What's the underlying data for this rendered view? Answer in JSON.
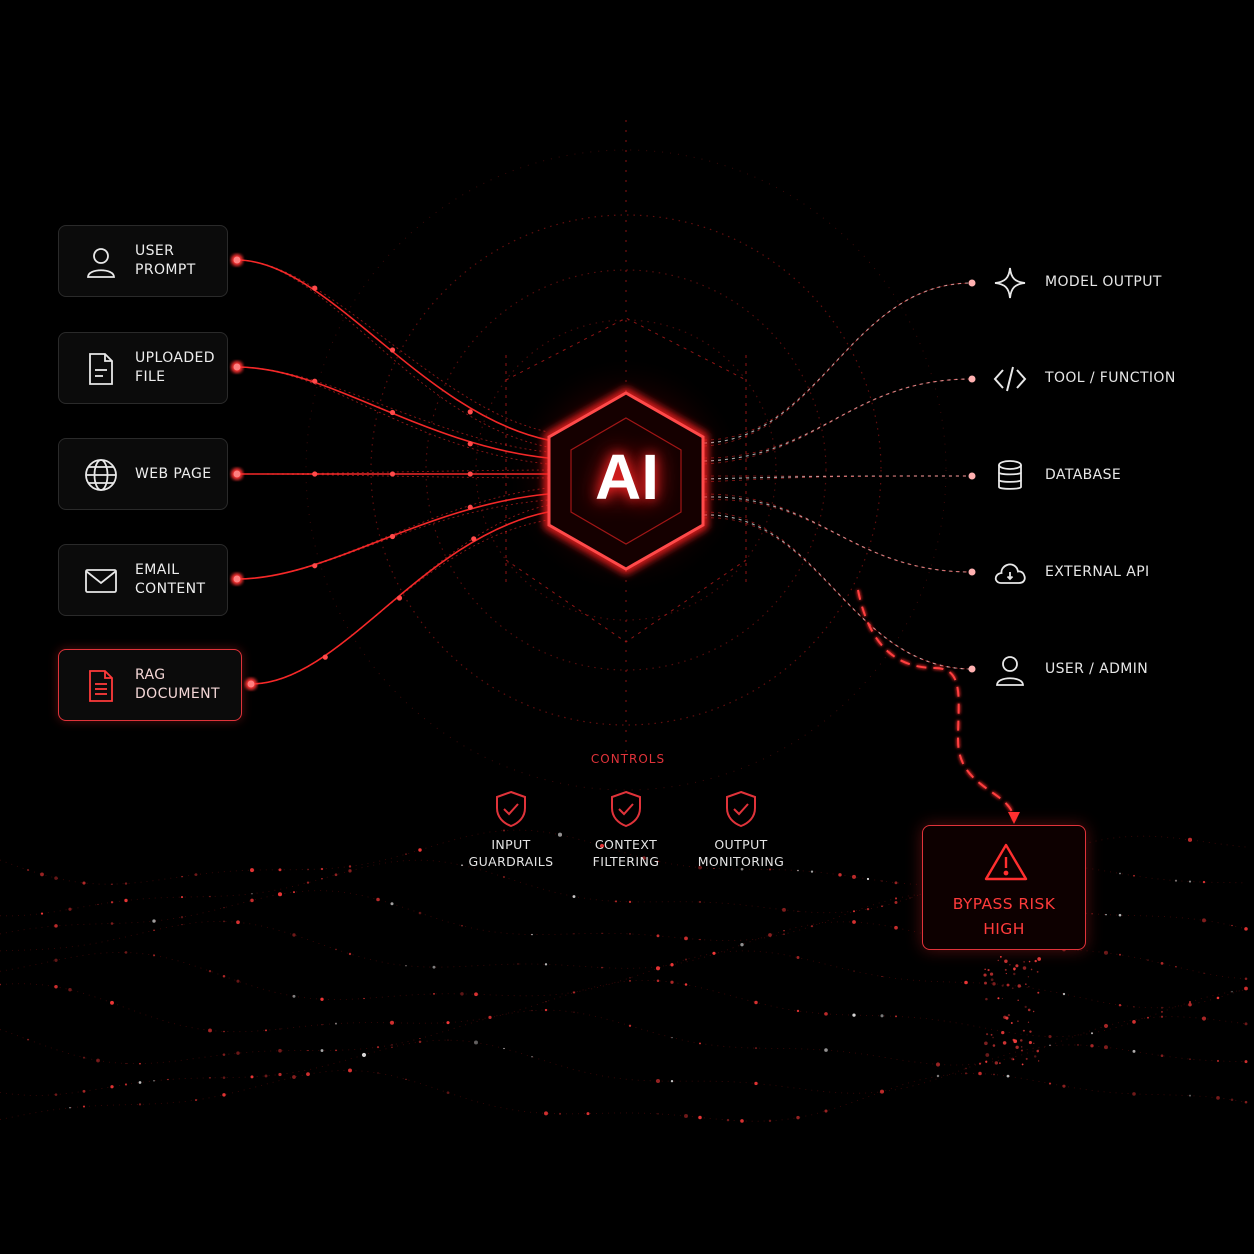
{
  "core": {
    "label": "AI"
  },
  "sources": [
    {
      "name": "user-prompt",
      "line1": "USER",
      "line2": "PROMPT",
      "icon": "user-icon"
    },
    {
      "name": "uploaded-file",
      "line1": "UPLOADED",
      "line2": "FILE",
      "icon": "file-icon"
    },
    {
      "name": "web-page",
      "line1": "WEB PAGE",
      "line2": "",
      "icon": "globe-icon"
    },
    {
      "name": "email-content",
      "line1": "EMAIL",
      "line2": "CONTENT",
      "icon": "mail-icon"
    },
    {
      "name": "rag-document",
      "line1": "RAG",
      "line2": "DOCUMENT",
      "icon": "document-icon",
      "highlight": true
    }
  ],
  "outputs": [
    {
      "name": "model-output",
      "label": "MODEL OUTPUT",
      "icon": "sparkle-icon"
    },
    {
      "name": "tool-function",
      "label": "TOOL / FUNCTION",
      "icon": "code-icon"
    },
    {
      "name": "database",
      "label": "DATABASE",
      "icon": "database-icon"
    },
    {
      "name": "external-api",
      "label": "EXTERNAL API",
      "icon": "cloud-icon"
    },
    {
      "name": "user-admin",
      "label": "USER / ADMIN",
      "icon": "user-icon"
    }
  ],
  "controls": {
    "title": "CONTROLS",
    "items": [
      {
        "line1": "INPUT",
        "line2": "GUARDRAILS",
        "icon": "shield-check-icon"
      },
      {
        "line1": "CONTEXT",
        "line2": "FILTERING",
        "icon": "shield-check-icon"
      },
      {
        "line1": "OUTPUT",
        "line2": "MONITORING",
        "icon": "shield-check-icon"
      }
    ]
  },
  "risk": {
    "line1": "BYPASS RISK",
    "line2": "HIGH",
    "icon": "warning-icon"
  },
  "colors": {
    "accent": "#e0333a",
    "glow": "#ff2a2a",
    "background": "#000000",
    "text": "#e8e8e8"
  }
}
